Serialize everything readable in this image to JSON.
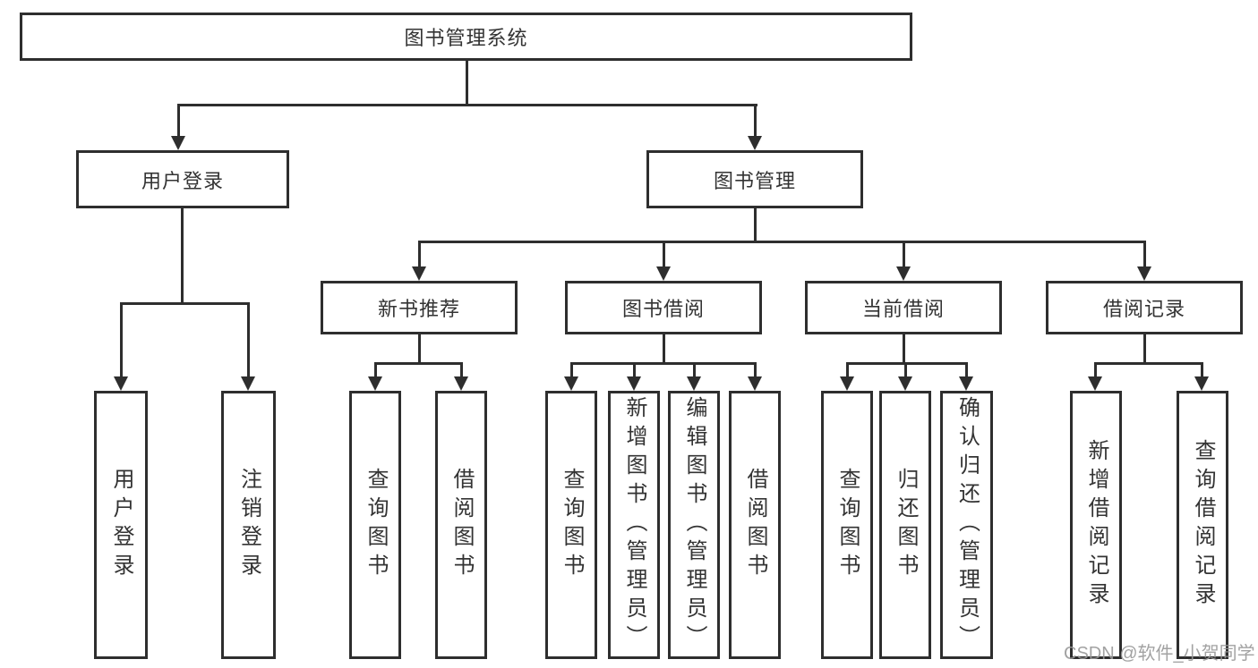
{
  "root": {
    "label": "图书管理系统"
  },
  "level2": {
    "login": {
      "label": "用户登录"
    },
    "management": {
      "label": "图书管理"
    }
  },
  "level3": [
    {
      "label": "新书推荐"
    },
    {
      "label": "图书借阅"
    },
    {
      "label": "当前借阅"
    },
    {
      "label": "借阅记录"
    }
  ],
  "leaves": {
    "login": [
      {
        "label": "用户登录"
      },
      {
        "label": "注销登录"
      }
    ],
    "recommend": [
      {
        "label": "查询图书"
      },
      {
        "label": "借阅图书"
      }
    ],
    "borrow": [
      {
        "label": "查询图书"
      },
      {
        "label": "新增图书（管理员）"
      },
      {
        "label": "编辑图书（管理员）"
      },
      {
        "label": "借阅图书"
      }
    ],
    "current": [
      {
        "label": "查询图书"
      },
      {
        "label": "归还图书"
      },
      {
        "label": "确认归还（管理员）"
      }
    ],
    "records": [
      {
        "label": "新增借阅记录"
      },
      {
        "label": "查询借阅记录"
      }
    ]
  },
  "watermark": {
    "text": "CSDN @软件_小贺同学"
  },
  "colors": {
    "line": "#2e2e2e",
    "text": "#333333",
    "box_bg": "#ffffff",
    "watermark": "#989898"
  }
}
